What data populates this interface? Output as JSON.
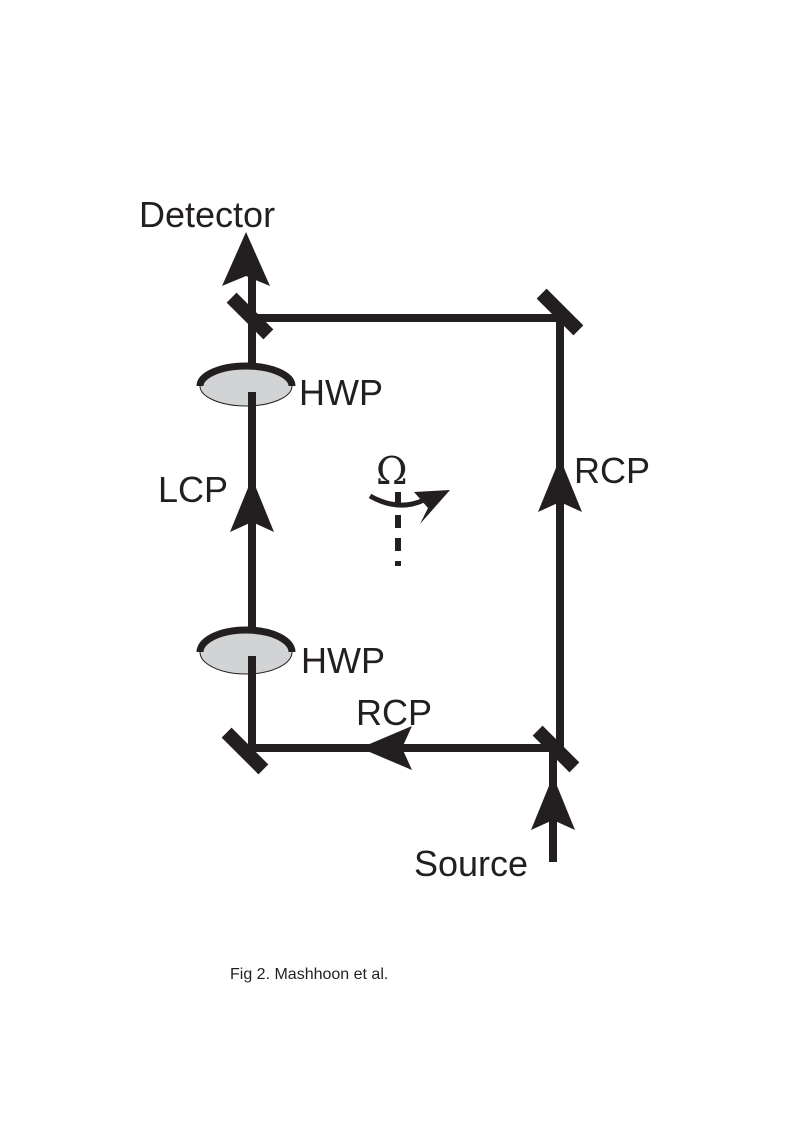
{
  "diagram": {
    "labels": {
      "detector": "Detector",
      "source": "Source",
      "hwp_top": "HWP",
      "hwp_bottom": "HWP",
      "lcp": "LCP",
      "rcp_right": "RCP",
      "rcp_bottom": "RCP",
      "omega": "Ω"
    },
    "caption": "Fig 2. Mashhoon et al.",
    "colors": {
      "ink": "#231f20",
      "waveplate_fill": "#d1d3d4"
    }
  }
}
